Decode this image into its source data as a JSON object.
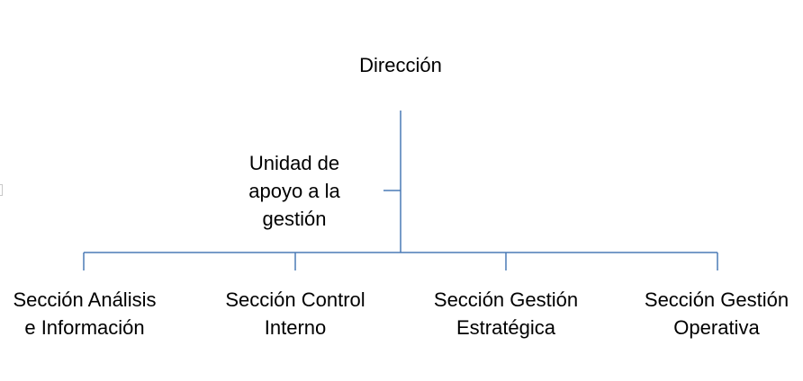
{
  "diagram": {
    "root": {
      "lines": [
        "Dirección"
      ]
    },
    "assistant": {
      "lines": [
        "Unidad de",
        "apoyo a la",
        "gestión"
      ]
    },
    "sections": [
      {
        "lines": [
          "Sección Análisis",
          "e Información"
        ]
      },
      {
        "lines": [
          "Sección Control",
          "Interno"
        ]
      },
      {
        "lines": [
          "Sección Gestión",
          "Estratégica"
        ]
      },
      {
        "lines": [
          "Sección Gestión",
          "Operativa"
        ]
      }
    ],
    "colors": {
      "connector": "#4a7ab5",
      "text": "#000000"
    }
  }
}
